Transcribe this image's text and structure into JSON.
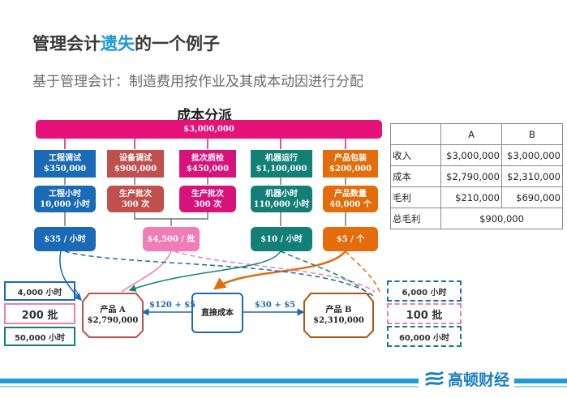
{
  "header": {
    "title_part1": "管理会计",
    "title_highlight": "遗失",
    "title_part2": "的一个例子",
    "subtitle": "基于管理会计：制造费用按作业及其成本动因进行分配"
  },
  "diagram": {
    "section_title": "成本分派",
    "total": "$3,000,000",
    "activities": [
      {
        "name": "工程调试",
        "cost": "$350,000",
        "driver_label": "工程小时",
        "driver_qty": "10,000 小时",
        "rate": "$35 / 小时",
        "color": "#1a6ab5"
      },
      {
        "name": "设备调试",
        "cost": "$900,000",
        "driver_label": "生产批次",
        "driver_qty": "300 次",
        "rate": "",
        "color": "#c0504d"
      },
      {
        "name": "批次质检",
        "cost": "$450,000",
        "driver_label": "生产批次",
        "driver_qty": "300 次",
        "rate": "$4,500 / 批",
        "color": "#d7127b"
      },
      {
        "name": "机器运行",
        "cost": "$1,100,000",
        "driver_label": "机器小时",
        "driver_qty": "110,000 小时",
        "rate": "$10 / 小时",
        "color": "#138078"
      },
      {
        "name": "产品包装",
        "cost": "$200,000",
        "driver_label": "产品数量",
        "driver_qty": "40,000 个",
        "rate": "$5 / 个",
        "color": "#e46c0a"
      }
    ],
    "product_a": {
      "name": "产品 A",
      "cost": "$2,790,000"
    },
    "product_b": {
      "name": "产品 B",
      "cost": "$2,310,000"
    },
    "direct_cost": "直接成本",
    "flow_a": "$120 + $5",
    "flow_b": "$30 + $5",
    "left_usage": {
      "hours": "4,000 小时",
      "batches": "200 批",
      "machine_hours": "50,000 小时"
    },
    "right_usage": {
      "hours": "6,000 小时",
      "batches": "100 批",
      "machine_hours": "60,000 小时"
    }
  },
  "table": {
    "headers": [
      "",
      "A",
      "B"
    ],
    "rows": [
      {
        "label": "收入",
        "a": "$3,000,000",
        "b": "$3,000,000"
      },
      {
        "label": "成本",
        "a": "$2,790,000",
        "b": "$2,310,000"
      },
      {
        "label": "毛利",
        "a": "$210,000",
        "b": "$690,000"
      }
    ],
    "total_label": "总毛利",
    "total_value": "$900,000"
  },
  "footer": {
    "logo_text": "高顿财经"
  }
}
